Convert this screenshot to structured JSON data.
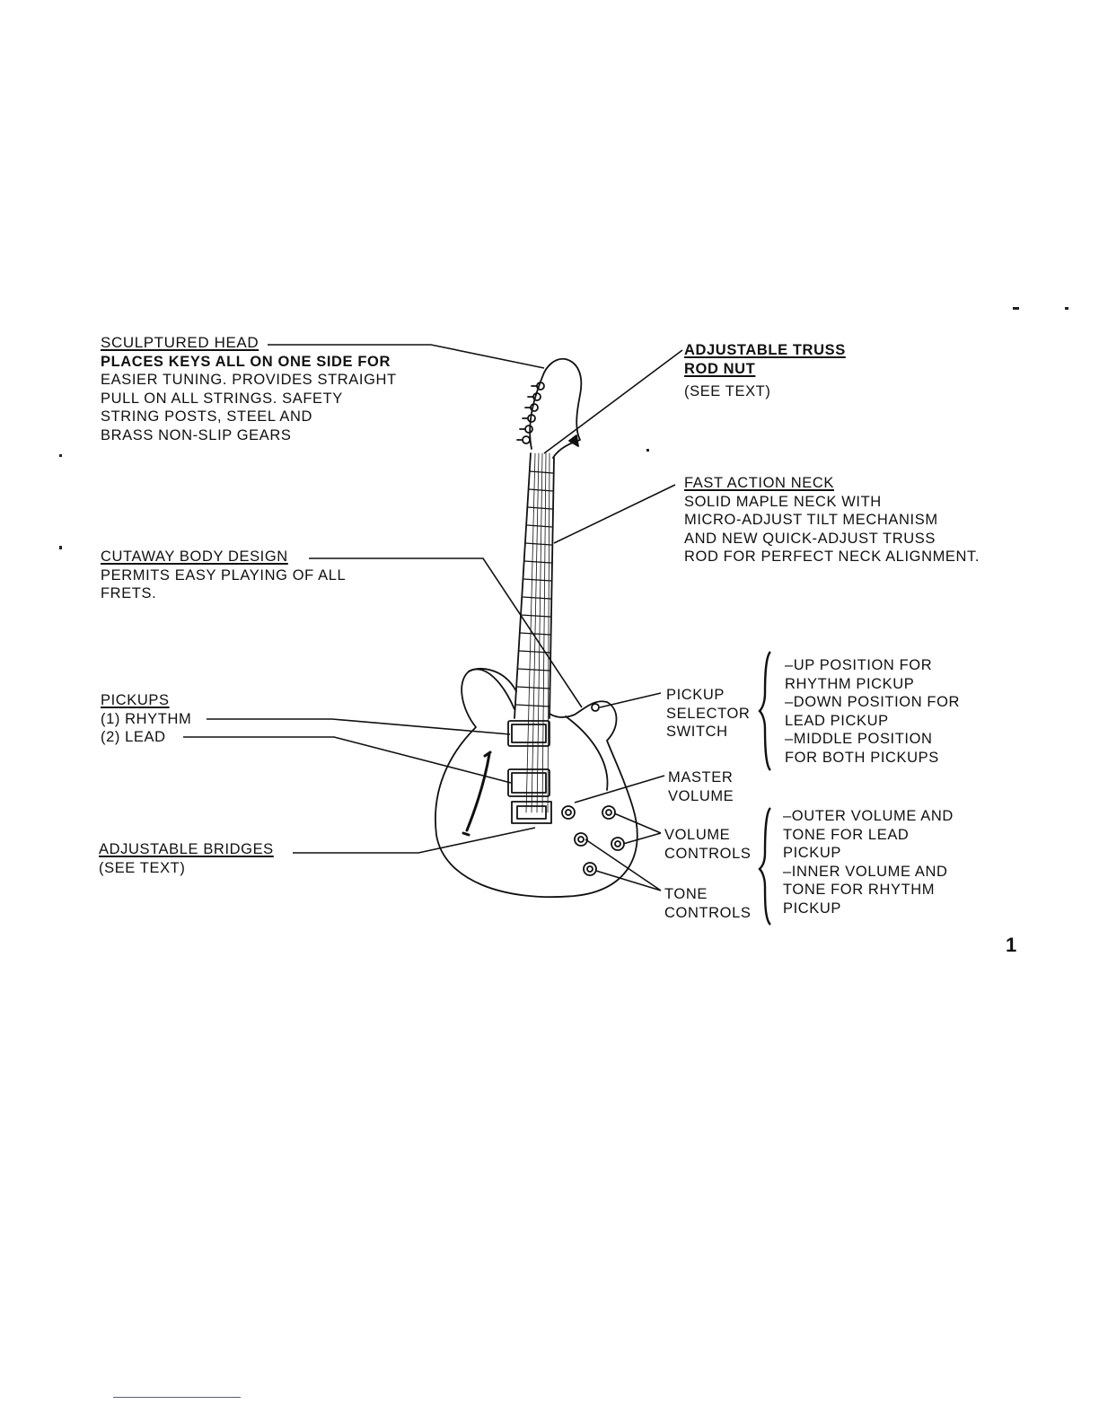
{
  "head": {
    "title": "SCULPTURED HEAD",
    "lines": [
      "PLACES KEYS ALL ON ONE SIDE FOR",
      "EASIER TUNING.  PROVIDES STRAIGHT",
      "PULL ON ALL STRINGS.  SAFETY",
      "STRING POSTS, STEEL AND",
      "BRASS NON-SLIP GEARS"
    ]
  },
  "truss": {
    "title_line1": "ADJUSTABLE TRUSS",
    "title_line2": "ROD NUT",
    "note": "(SEE TEXT)"
  },
  "neck": {
    "title": "FAST ACTION NECK",
    "lines": [
      "SOLID MAPLE NECK WITH",
      "MICRO-ADJUST TILT MECHANISM",
      "AND NEW QUICK-ADJUST TRUSS",
      "ROD FOR PERFECT NECK ALIGNMENT."
    ]
  },
  "cutaway": {
    "title": "CUTAWAY BODY DESIGN",
    "lines": [
      "PERMITS EASY PLAYING OF ALL",
      "FRETS."
    ]
  },
  "pickups": {
    "title": "PICKUPS",
    "items": [
      "(1)  RHYTHM",
      "(2)  LEAD"
    ]
  },
  "selector": {
    "label": [
      "PICKUP",
      "SELECTOR",
      "SWITCH"
    ],
    "notes": [
      "–UP POSITION FOR",
      "RHYTHM PICKUP",
      "–DOWN POSITION FOR",
      "LEAD PICKUP",
      "–MIDDLE POSITION",
      "FOR BOTH PICKUPS"
    ]
  },
  "master": {
    "label": [
      "MASTER",
      "VOLUME"
    ]
  },
  "volume": {
    "label": [
      "VOLUME",
      "CONTROLS"
    ]
  },
  "tone": {
    "label": [
      "TONE",
      "CONTROLS"
    ]
  },
  "controls_notes": [
    "–OUTER VOLUME AND",
    "TONE FOR LEAD",
    "PICKUP",
    "–INNER VOLUME AND",
    "TONE FOR RHYTHM",
    "PICKUP"
  ],
  "bridges": {
    "title": "ADJUSTABLE BRIDGES",
    "note": "(SEE TEXT)"
  },
  "page_number": "1"
}
